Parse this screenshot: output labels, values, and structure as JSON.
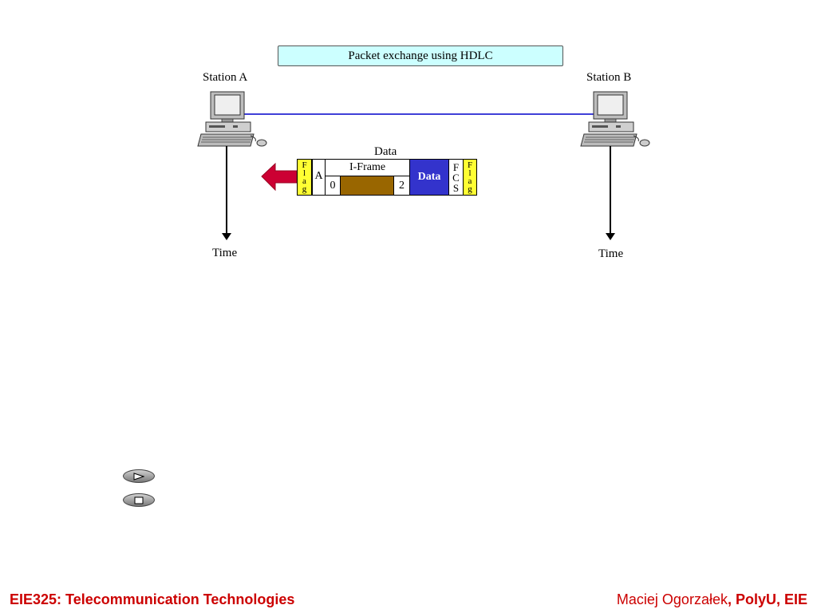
{
  "diagram": {
    "title": "Packet exchange using HDLC",
    "station_a": "Station A",
    "station_b": "Station B",
    "time_a": "Time",
    "time_b": "Time",
    "frame": {
      "above_label": "Data",
      "flag_left": [
        "F",
        "l",
        "a",
        "g"
      ],
      "address": "A",
      "iframe_label": "I-Frame",
      "seq_num": "0",
      "ack_num": "2",
      "data_label": "Data",
      "fcs": [
        "F",
        "C",
        "S"
      ],
      "flag_right": [
        "F",
        "l",
        "a",
        "g"
      ]
    },
    "colors": {
      "link_line": "#0000cc",
      "arrow": "#cc0033",
      "data_block": "#3333cc",
      "flag": "#ffff33",
      "control_fill": "#996600",
      "title_box": "#ccffff"
    }
  },
  "controls": {
    "play_icon": "play-icon",
    "stop_icon": "stop-icon"
  },
  "footer": {
    "course": "EIE325: Telecommunication Technologies",
    "author": "Maciej Ogorzałek",
    "institution": ", PolyU, EIE"
  }
}
